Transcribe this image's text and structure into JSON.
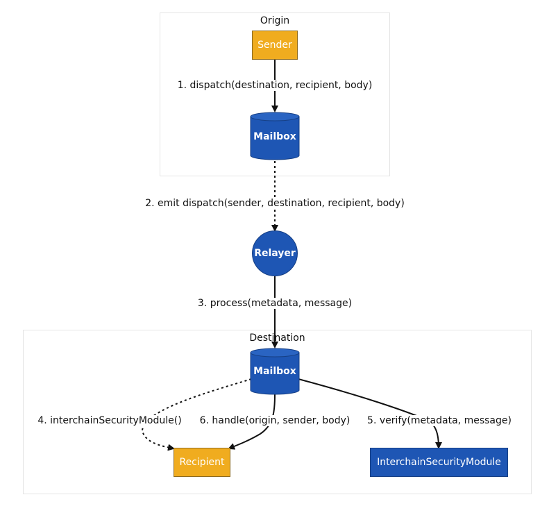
{
  "clusters": {
    "origin": {
      "label": "Origin"
    },
    "destination": {
      "label": "Destination"
    }
  },
  "nodes": {
    "sender": "Sender",
    "origin_mailbox": "Mailbox",
    "relayer": "Relayer",
    "destination_mailbox": "Mailbox",
    "recipient": "Recipient",
    "ism": "InterchainSecurityModule"
  },
  "edges": {
    "dispatch": "1. dispatch(destination, recipient, body)",
    "emit": "2. emit dispatch(sender, destination, recipient, body)",
    "process": "3. process(metadata, message)",
    "ism_query": "4. interchainSecurityModule()",
    "verify": "5. verify(metadata, message)",
    "handle": "6. handle(origin, sender, body)"
  },
  "colors": {
    "blue": "#1e56b4",
    "orange": "#f0ac1f"
  }
}
